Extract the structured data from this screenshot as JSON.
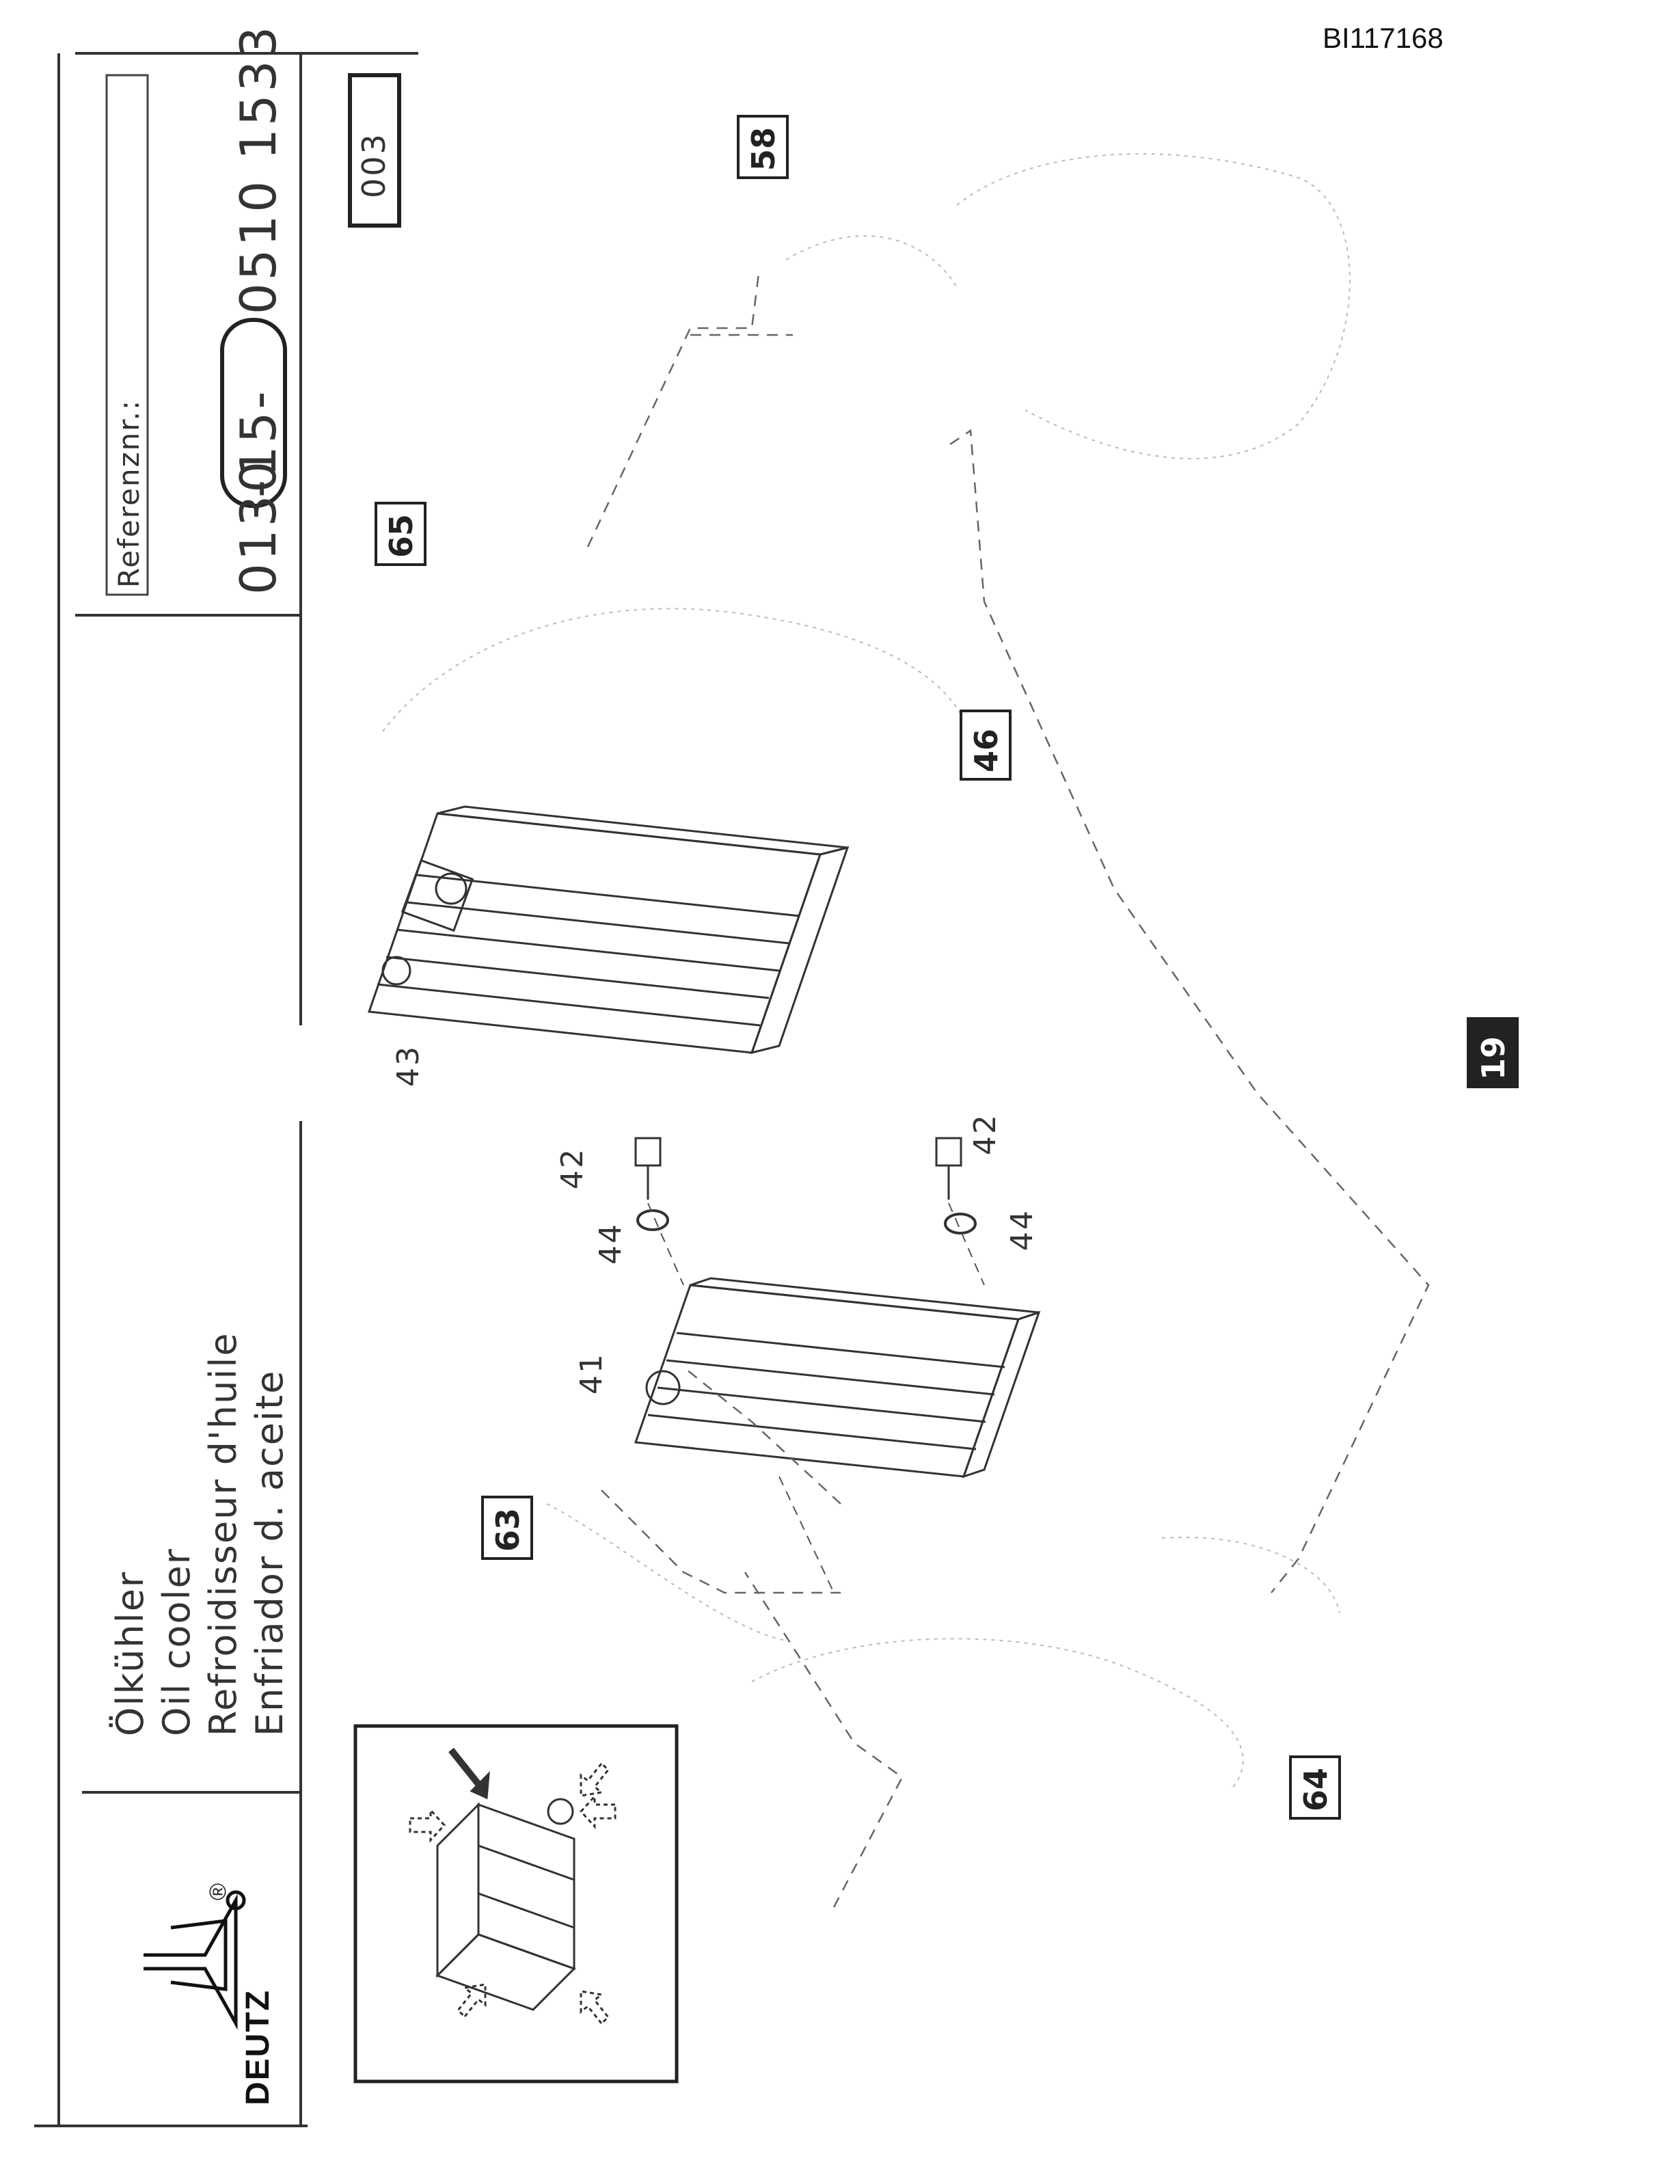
{
  "doc_id": "BI117168",
  "title_block": {
    "brand": "DEUTZ",
    "registered_mark": "®",
    "titles": [
      "Ölkühler",
      "Oil cooler",
      "Refroidisseur d'huile",
      "Enfriador d. aceite"
    ],
    "reference_label": "Referenznr.:",
    "reference_parts": [
      "0130",
      "-15-",
      "0510 1533"
    ],
    "page_number": "003"
  },
  "callouts": [
    "58",
    "65",
    "46",
    "63",
    "64",
    "19"
  ],
  "part_numbers": [
    "41",
    "42",
    "42",
    "43",
    "44",
    "44"
  ],
  "icons": [
    "deutz-logo-icon",
    "engine-location-icon",
    "oil-cooler-icon",
    "bolt-icon",
    "washer-icon",
    "arrow-icon"
  ]
}
